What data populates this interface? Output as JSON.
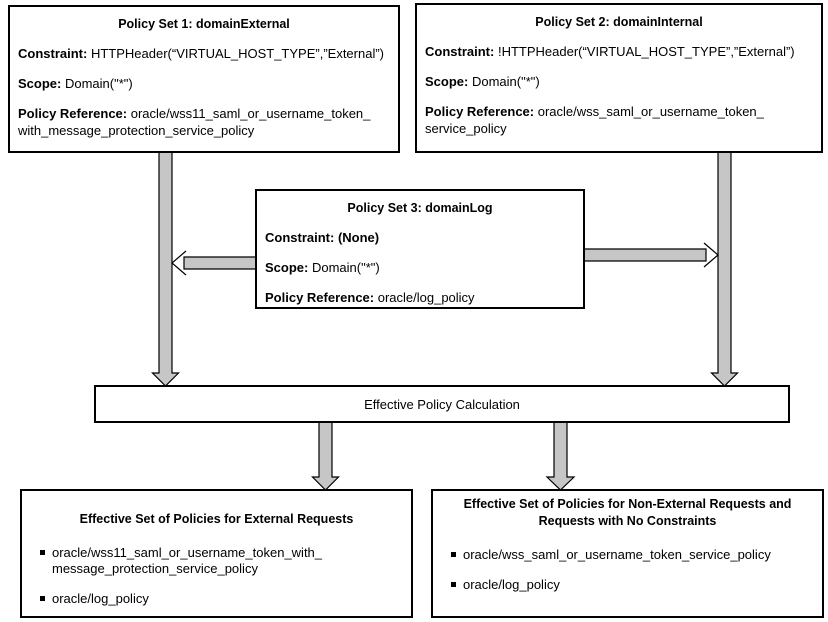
{
  "colors": {
    "arrow_fill": "#c6c6c6",
    "line": "#000000",
    "background": "#ffffff"
  },
  "policy_set_1": {
    "title": "Policy Set 1: domainExternal",
    "fields": [
      {
        "label": "Constraint:",
        "value": " HTTPHeader(“VIRTUAL_HOST_TYPE”,”External”)"
      },
      {
        "label": "Scope:",
        "value": " Domain(\"*\")"
      },
      {
        "label": "Policy Reference:",
        "value": " oracle/wss11_saml_or_username_token_\nwith_message_protection_service_policy"
      }
    ]
  },
  "policy_set_2": {
    "title": "Policy Set 2: domainInternal",
    "fields": [
      {
        "label": "Constraint:",
        "value": " !HTTPHeader(“VIRTUAL_HOST_TYPE”,”External”)"
      },
      {
        "label": "Scope:",
        "value": " Domain(\"*\")"
      },
      {
        "label": "Policy Reference:",
        "value": " oracle/wss_saml_or_username_token_\nservice_policy"
      }
    ]
  },
  "policy_set_3": {
    "title": "Policy Set 3: domainLog",
    "fields": [
      {
        "label": "Constraint: (None)",
        "value": ""
      },
      {
        "label": "Scope:",
        "value": " Domain(\"*\")"
      },
      {
        "label": "Policy Reference:",
        "value": " oracle/log_policy"
      }
    ]
  },
  "calc_bar": {
    "label": "Effective Policy Calculation"
  },
  "external_results": {
    "title": "Effective Set of Policies for External Requests",
    "items": [
      "oracle/wss11_saml_or_username_token_with_\nmessage_protection_service_policy",
      "oracle/log_policy"
    ]
  },
  "non_external_results": {
    "title": "Effective Set of Policies for Non-External Requests and\nRequests with No Constraints",
    "items": [
      "oracle/wss_saml_or_username_token_service_policy",
      "oracle/log_policy"
    ]
  }
}
